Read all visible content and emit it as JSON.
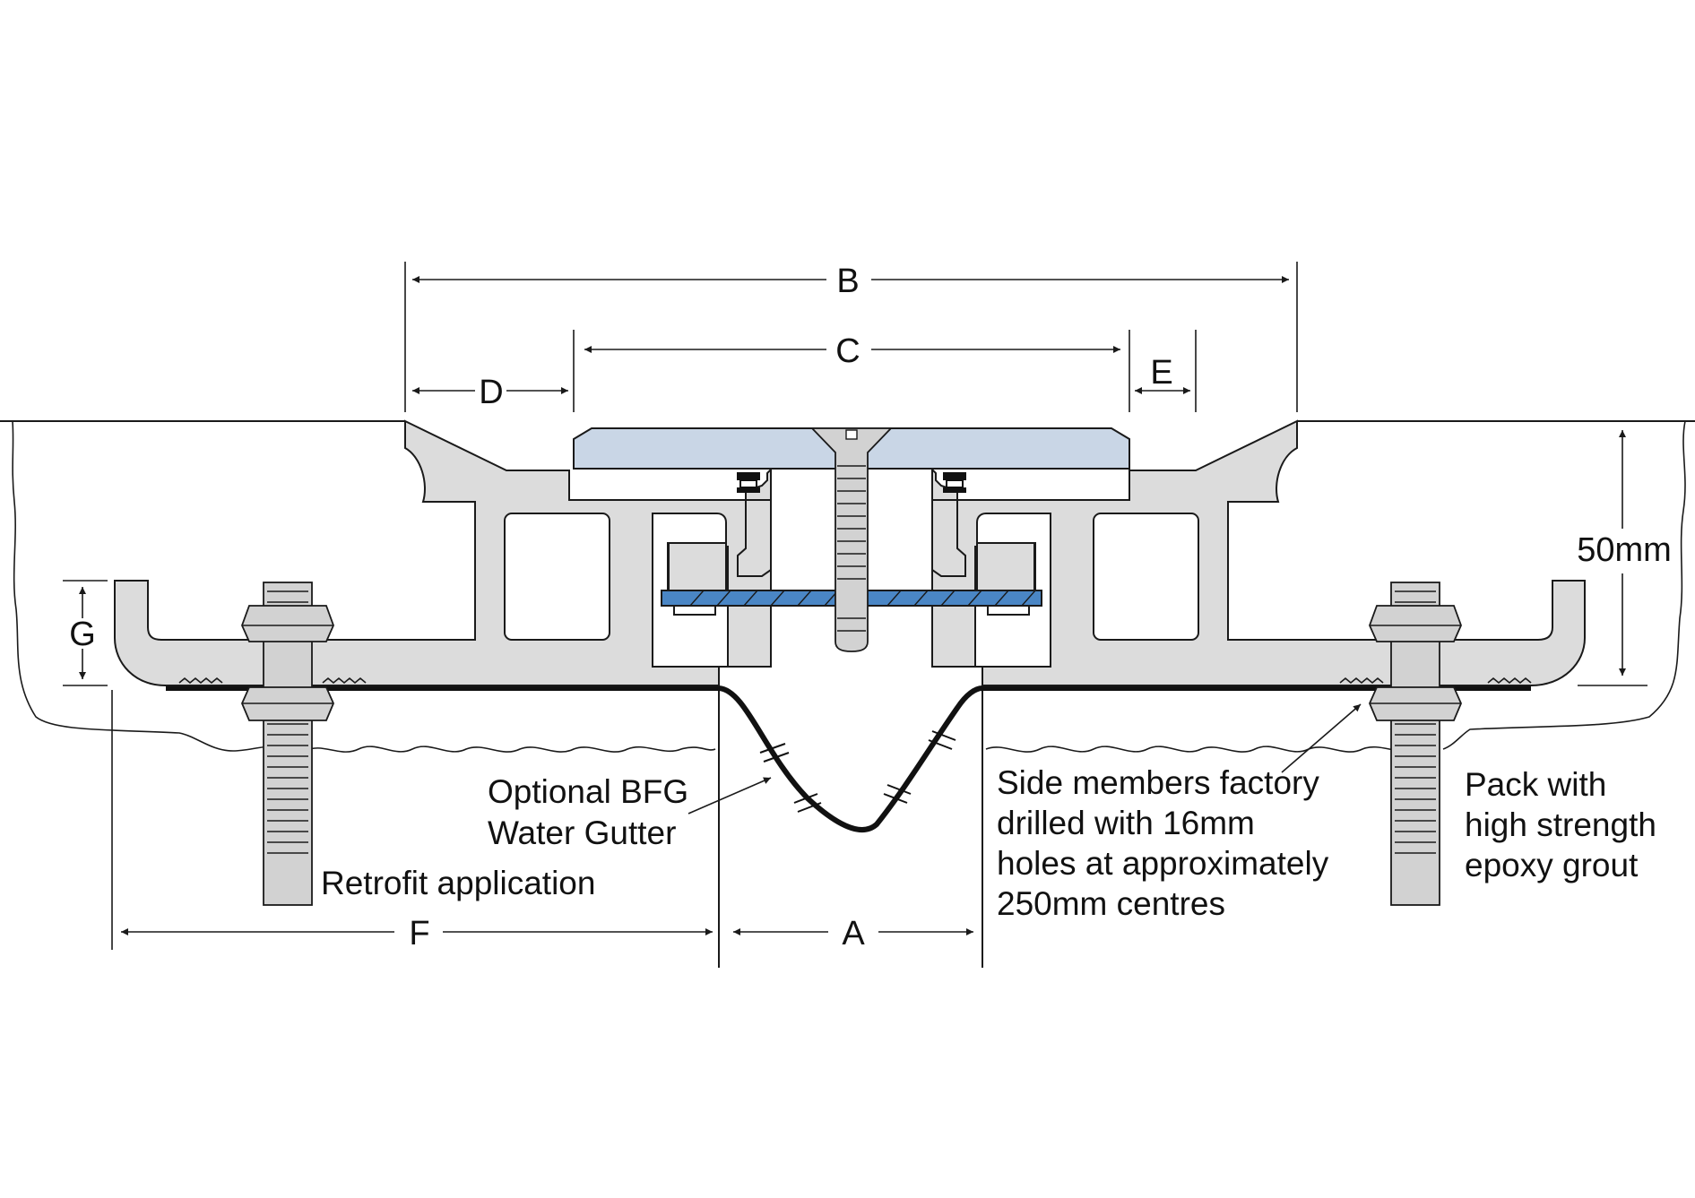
{
  "dimensions": {
    "a": "A",
    "b": "B",
    "c": "C",
    "d": "D",
    "e": "E",
    "f": "F",
    "g": "G",
    "depth": "50mm"
  },
  "notes": {
    "gutter_line1": "Optional BFG",
    "gutter_line2": "Water Gutter",
    "retrofit": "Retrofit application",
    "side_line1": "Side members factory",
    "side_line2": "drilled with 16mm",
    "side_line3": "holes at approximately",
    "side_line4": "250mm centres",
    "grout_line1": "Pack with",
    "grout_line2": "high strength",
    "grout_line3": "epoxy grout"
  },
  "colors": {
    "aluminium": "#dcdcdc",
    "cover_plate": "#c9d6e6",
    "spring_plate": "#4a86c5",
    "outline": "#1a1a1a"
  }
}
